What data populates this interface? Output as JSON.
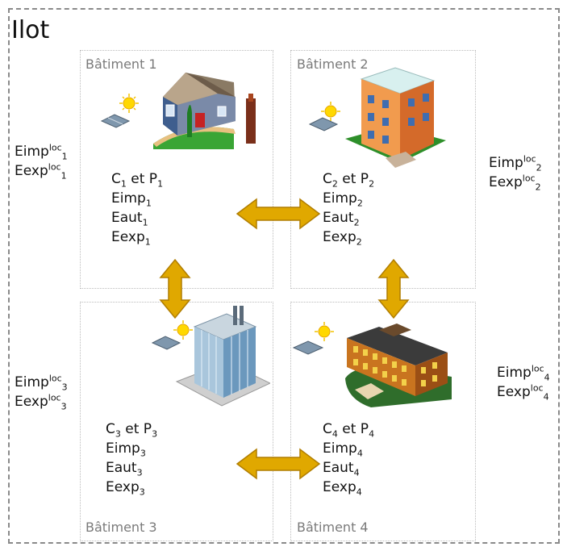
{
  "ilot": {
    "title": "Ilot"
  },
  "buildings": [
    {
      "name": "Bâtiment 1",
      "cp": {
        "c": "C",
        "i": "1",
        "and": "et P"
      },
      "eimp": {
        "t": "Eimp",
        "i": "1"
      },
      "eaut": {
        "t": "Eaut",
        "i": "1"
      },
      "eexp": {
        "t": "Eexp",
        "i": "1"
      }
    },
    {
      "name": "Bâtiment 2",
      "cp": {
        "c": "C",
        "i": "2",
        "and": "et P"
      },
      "eimp": {
        "t": "Eimp",
        "i": "2"
      },
      "eaut": {
        "t": "Eaut",
        "i": "2"
      },
      "eexp": {
        "t": "Eexp",
        "i": "2"
      }
    },
    {
      "name": "Bâtiment 3",
      "cp": {
        "c": "C",
        "i": "3",
        "and": "et P"
      },
      "eimp": {
        "t": "Eimp",
        "i": "3"
      },
      "eaut": {
        "t": "Eaut",
        "i": "3"
      },
      "eexp": {
        "t": "Eexp",
        "i": "3"
      }
    },
    {
      "name": "Bâtiment 4",
      "cp": {
        "c": "C",
        "i": "4",
        "and": "et P"
      },
      "eimp": {
        "t": "Eimp",
        "i": "4"
      },
      "eaut": {
        "t": "Eaut",
        "i": "4"
      },
      "eexp": {
        "t": "Eexp",
        "i": "4"
      }
    }
  ],
  "local": [
    {
      "imp": "Eimp",
      "exp": "Eexp",
      "sup": "loc",
      "i": "1"
    },
    {
      "imp": "Eimp",
      "exp": "Eexp",
      "sup": "loc",
      "i": "2"
    },
    {
      "imp": "Eimp",
      "exp": "Eexp",
      "sup": "loc",
      "i": "3"
    },
    {
      "imp": "Eimp",
      "exp": "Eexp",
      "sup": "loc",
      "i": "4"
    }
  ],
  "colors": {
    "arrow": "#e0a800",
    "arrow_edge": "#b07d00"
  },
  "icons": [
    "house-icon",
    "apartment-building-icon",
    "office-tower-icon",
    "institution-building-icon",
    "sun-icon",
    "solar-panel-icon"
  ]
}
